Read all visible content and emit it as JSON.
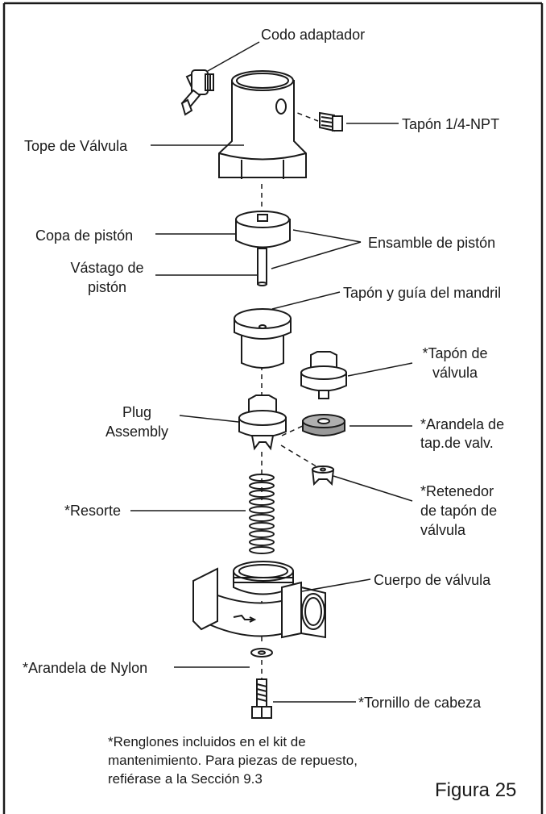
{
  "labels": {
    "codo_adaptador": "Codo adaptador",
    "tapon_npt": "Tapón 1/4-NPT",
    "tope_valvula": "Tope de Válvula",
    "copa_piston": "Copa de pistón",
    "ensamble_piston": "Ensamble de pistón",
    "vastago_piston_1": "Vástago de",
    "vastago_piston_2": "pistón",
    "tapon_guia_mandril": "Tapón y guía del mandril",
    "tapon_valvula_1": "*Tapón de",
    "tapon_valvula_2": "válvula",
    "plug_assembly_1": "Plug",
    "plug_assembly_2": "Assembly",
    "arandela_tapon_1": "*Arandela de",
    "arandela_tapon_2": "tap.de valv.",
    "retenedor_1": "*Retenedor",
    "retenedor_2": "de tapón de",
    "retenedor_3": "válvula",
    "resorte": "*Resorte",
    "cuerpo_valvula": "Cuerpo de válvula",
    "arandela_nylon": "*Arandela de Nylon",
    "tornillo_cabeza": "*Tornillo de cabeza"
  },
  "footnote": "*Renglones incluidos en el kit de\nmantenimiento. Para piezas de repuesto,\nrefiérase a la Sección 9.3",
  "figure_label": "Figura 25",
  "colors": {
    "line": "#1a1a1a",
    "washer_fill": "#9a9a9a",
    "part_fill": "#ffffff"
  }
}
